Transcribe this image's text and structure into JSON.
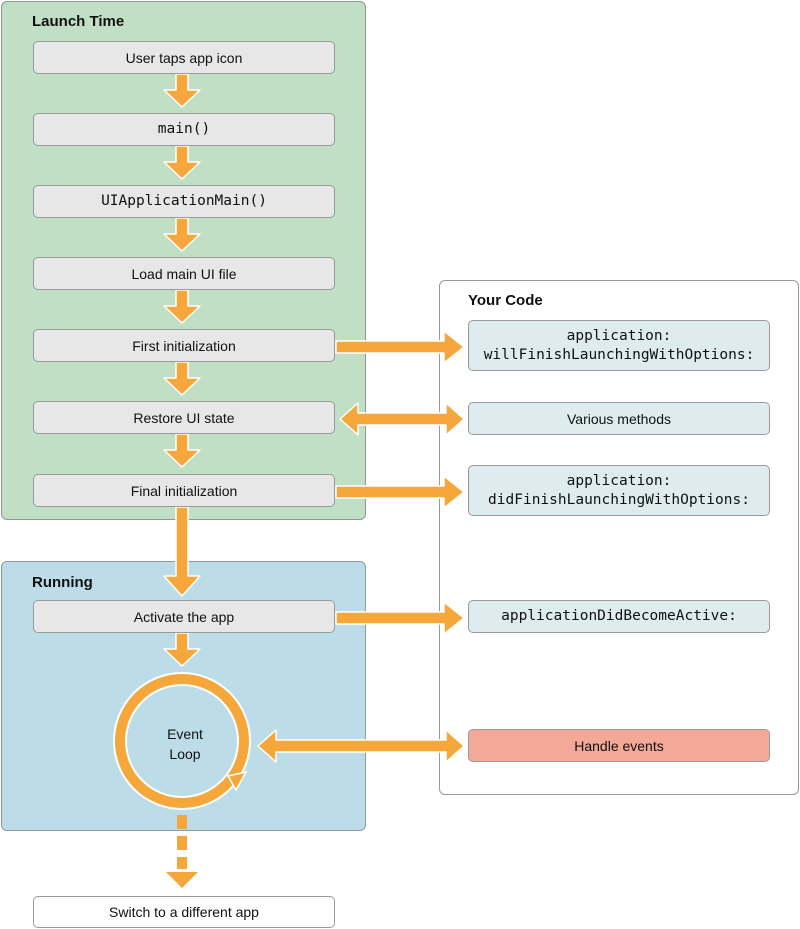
{
  "launch_time": {
    "title": "Launch Time",
    "steps": [
      {
        "label": "User taps app icon",
        "code": false
      },
      {
        "label": "main()",
        "code": true
      },
      {
        "label": "UIApplicationMain()",
        "code": true
      },
      {
        "label": "Load main UI file",
        "code": false
      },
      {
        "label": "First initialization",
        "code": false
      },
      {
        "label": "Restore UI state",
        "code": false
      },
      {
        "label": "Final initialization",
        "code": false
      }
    ]
  },
  "running": {
    "title": "Running",
    "activate_label": "Activate the app",
    "event_loop_line1": "Event",
    "event_loop_line2": "Loop"
  },
  "your_code": {
    "title": "Your Code",
    "will_finish_line1": "application:",
    "will_finish_line2": "willFinishLaunchingWithOptions:",
    "various_methods": "Various methods",
    "did_finish_line1": "application:",
    "did_finish_line2": "didFinishLaunchingWithOptions:",
    "did_become_active": "applicationDidBecomeActive:",
    "handle_events": "Handle events"
  },
  "switch_app_label": "Switch to a different app",
  "colors": {
    "launch_panel": "#c1dfc4",
    "running_panel": "#bcdde8",
    "step_box": "#e7e7e7",
    "code_box": "#deecef",
    "handle_events_box": "#f3a898",
    "arrow": "#f5a73b"
  }
}
